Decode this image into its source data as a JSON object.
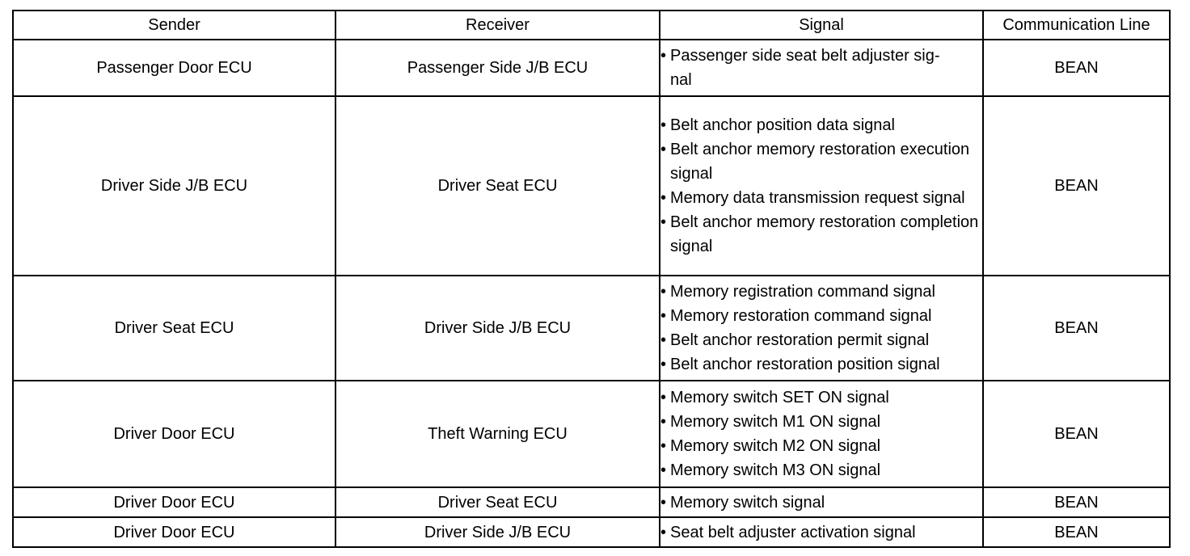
{
  "headers": [
    "Sender",
    "Receiver",
    "Signal",
    "Communication Line"
  ],
  "bullet": "•",
  "rows": [
    {
      "sender": "Passenger Door ECU",
      "receiver": "Passenger Side J/B ECU",
      "signals": [
        "Passenger side seat belt adjuster sig-\nnal"
      ],
      "line": "BEAN"
    },
    {
      "sender": "Driver Side J/B ECU",
      "receiver": "Driver Seat ECU",
      "signals": [
        "Belt anchor position data signal",
        "Belt anchor memory restoration execution signal",
        "Memory data transmission request signal",
        "Belt anchor memory restoration completion signal"
      ],
      "line": "BEAN"
    },
    {
      "sender": "Driver Seat ECU",
      "receiver": "Driver Side J/B ECU",
      "signals": [
        "Memory registration command signal",
        "Memory restoration command signal",
        "Belt anchor restoration permit signal",
        "Belt anchor restoration position signal"
      ],
      "line": "BEAN"
    },
    {
      "sender": "Driver Door ECU",
      "receiver": "Theft Warning ECU",
      "signals": [
        "Memory switch SET ON signal",
        "Memory switch M1 ON signal",
        "Memory switch M2 ON signal",
        "Memory switch M3 ON signal"
      ],
      "line": "BEAN"
    },
    {
      "sender": "Driver Door ECU",
      "receiver": "Driver Seat ECU",
      "signals": [
        "Memory switch signal"
      ],
      "line": "BEAN"
    },
    {
      "sender": "Driver Door ECU",
      "receiver": "Driver Side J/B ECU",
      "signals": [
        "Seat belt adjuster activation signal"
      ],
      "line": "BEAN"
    }
  ]
}
